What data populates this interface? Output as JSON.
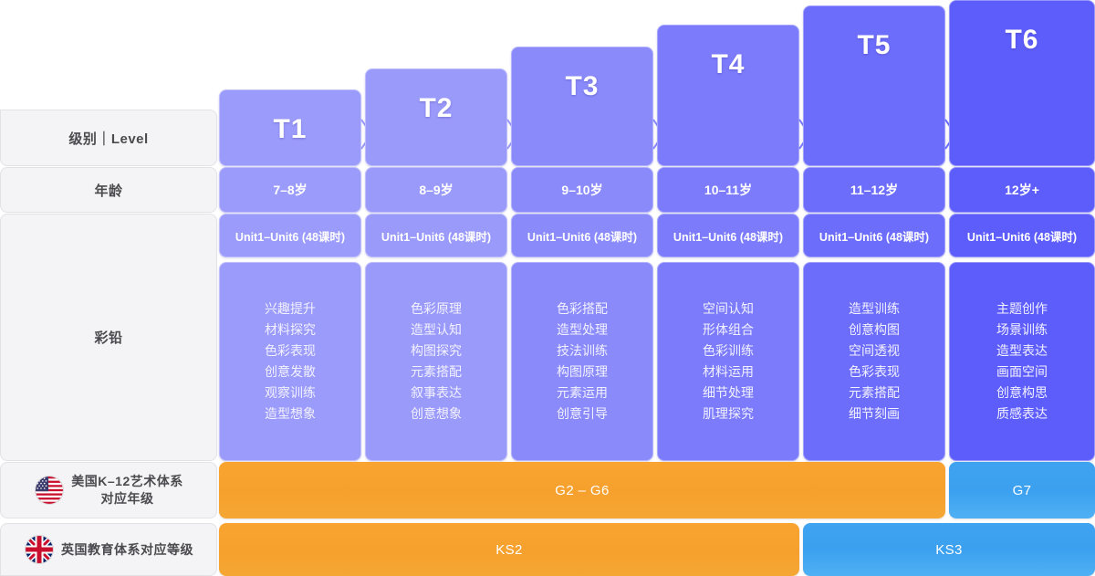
{
  "rows": {
    "level_label": "级别｜Level",
    "age_label": "年龄",
    "media_label": "彩铅",
    "us_label_line1": "美国K–12艺术体系",
    "us_label_line2": "对应年级",
    "uk_label": "英国教育体系对应等级",
    "us_flag_icon": "us-flag-icon",
    "uk_flag_icon": "uk-flag-icon"
  },
  "colors": {
    "t1": "#9b9bfb",
    "t2": "#9a9afb",
    "t3": "#8a8afb",
    "t4": "#7b7bfb",
    "t5": "#6d6dfb",
    "t6": "#5d5dfb",
    "orange": "#f7a331",
    "blue": "#42a5f1",
    "label_bg": "#f4f4f6"
  },
  "tiers": [
    {
      "name": "T1",
      "age": "7–8岁",
      "unit": "Unit1–Unit6 (48课时)",
      "topics": [
        "兴趣提升",
        "材料探究",
        "色彩表现",
        "创意发散",
        "观察训练",
        "造型想象"
      ]
    },
    {
      "name": "T2",
      "age": "8–9岁",
      "unit": "Unit1–Unit6 (48课时)",
      "topics": [
        "色彩原理",
        "造型认知",
        "构图探究",
        "元素搭配",
        "叙事表达",
        "创意想象"
      ]
    },
    {
      "name": "T3",
      "age": "9–10岁",
      "unit": "Unit1–Unit6 (48课时)",
      "topics": [
        "色彩搭配",
        "造型处理",
        "技法训练",
        "构图原理",
        "元素运用",
        "创意引导"
      ]
    },
    {
      "name": "T4",
      "age": "10–11岁",
      "unit": "Unit1–Unit6 (48课时)",
      "topics": [
        "空间认知",
        "形体组合",
        "色彩训练",
        "材料运用",
        "细节处理",
        "肌理探究"
      ]
    },
    {
      "name": "T5",
      "age": "11–12岁",
      "unit": "Unit1–Unit6 (48课时)",
      "topics": [
        "造型训练",
        "创意构图",
        "空间透视",
        "色彩表现",
        "元素搭配",
        "细节刻画"
      ]
    },
    {
      "name": "T6",
      "age": "12岁+",
      "unit": "Unit1–Unit6 (48课时)",
      "topics": [
        "主题创作",
        "场景训练",
        "造型表达",
        "画面空间",
        "创意构思",
        "质感表达"
      ]
    }
  ],
  "us_bars": [
    {
      "label": "G2 – G6",
      "color": "orange",
      "span_from": 0,
      "span_to": 4
    },
    {
      "label": "G7",
      "color": "blue",
      "span_from": 5,
      "span_to": 5
    }
  ],
  "uk_bars": [
    {
      "label": "KS2",
      "color": "orange",
      "span_from": 0,
      "span_to": 3
    },
    {
      "label": "KS3",
      "color": "blue",
      "span_from": 4,
      "span_to": 5
    }
  ]
}
